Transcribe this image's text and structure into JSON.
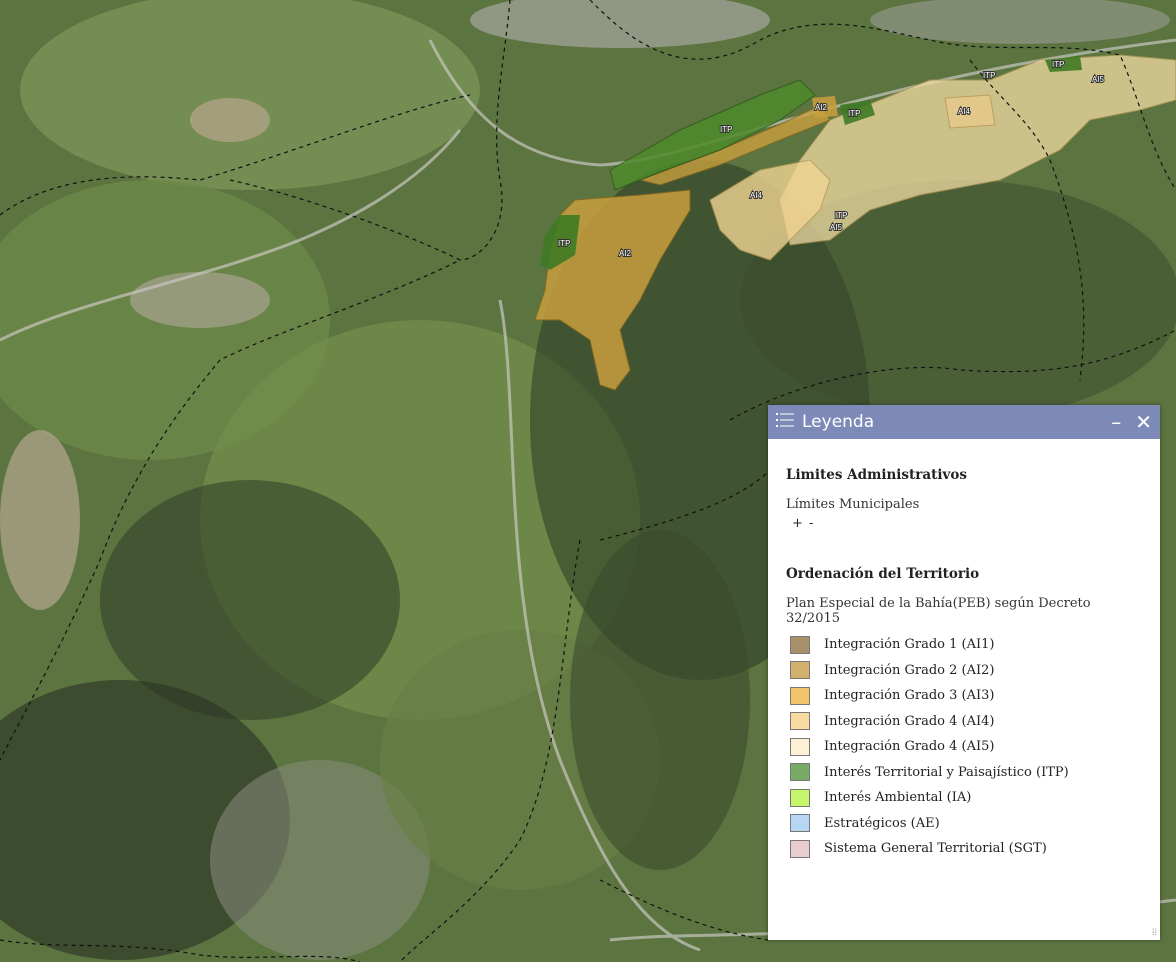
{
  "map": {
    "zone_labels": [
      "ITP",
      "AI2",
      "ITP",
      "AI4",
      "ITP",
      "AI5",
      "ITP",
      "AI2",
      "AI4",
      "ITP",
      "AI5"
    ]
  },
  "legend": {
    "title": "Leyenda",
    "minimize_label": "–",
    "close_label": "✕",
    "list_icon": "list-icon",
    "sections": [
      {
        "title": "Limites Administrativos",
        "layer": "Límites Municipales",
        "symbol": "+ -"
      },
      {
        "title": "Ordenación del Territorio",
        "layer": "Plan Especial de la Bahía(PEB) según Decreto 32/2015",
        "items": [
          {
            "label": "Integración Grado 1 (AI1)",
            "color": "#a8916a"
          },
          {
            "label": "Integración Grado 2 (AI2)",
            "color": "#d3b06b"
          },
          {
            "label": "Integración Grado 3 (AI3)",
            "color": "#f2c46c"
          },
          {
            "label": "Integración Grado 4 (AI4)",
            "color": "#f7dba1"
          },
          {
            "label": "Integración Grado 4 (AI5)",
            "color": "#fdf1d3"
          },
          {
            "label": "Interés Territorial y Paisajístico (ITP)",
            "color": "#78a965"
          },
          {
            "label": "Interés Ambiental (IA)",
            "color": "#c4f56a"
          },
          {
            "label": "Estratégicos (AE)",
            "color": "#b7d6f4"
          },
          {
            "label": "Sistema General Territorial (SGT)",
            "color": "#e9ccd0"
          }
        ]
      }
    ]
  }
}
